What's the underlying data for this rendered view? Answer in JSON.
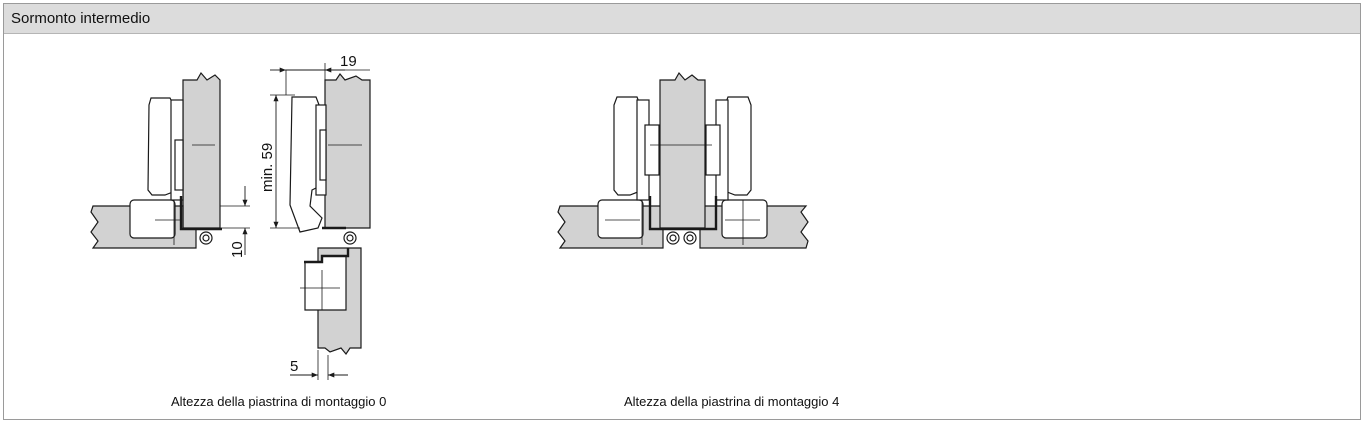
{
  "panel": {
    "title": "Sormonto intermedio"
  },
  "figures": [
    {
      "caption": "Altezza della piastrina di montaggio 0"
    },
    {
      "caption": "Altezza della piastrina di montaggio 4"
    }
  ],
  "dimensions": {
    "top_width": "19",
    "height": "min. 59",
    "gap": "10",
    "offset": "5"
  },
  "colors": {
    "panel_fill": "#d2d2d2",
    "line": "#1a1a1a",
    "header_bg": "#dcdcdc"
  }
}
